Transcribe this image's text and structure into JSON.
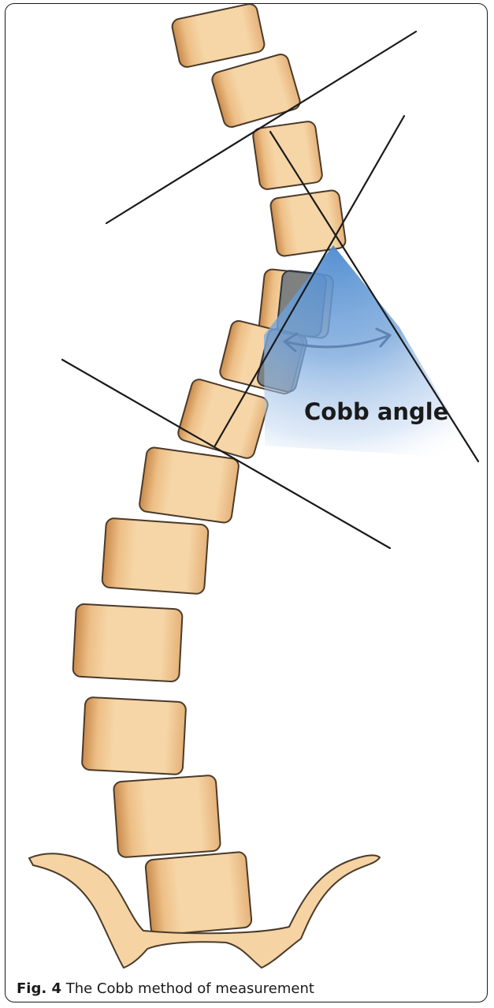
{
  "figure": {
    "label_text": "Cobb angle",
    "caption": {
      "figure_number": "Fig. 4",
      "text": " The Cobb method of measurement"
    }
  },
  "colors": {
    "bone_fill": "#f5d3a3",
    "bone_shadow": "#c98a4c",
    "bone_outline": "#4a3a2a",
    "angle_fill": "#4f8bd0",
    "arrow": "#5f84b3",
    "line": "#1a1a1a"
  },
  "icons": {
    "angle_arrow": "double-headed-curved-arrow"
  }
}
